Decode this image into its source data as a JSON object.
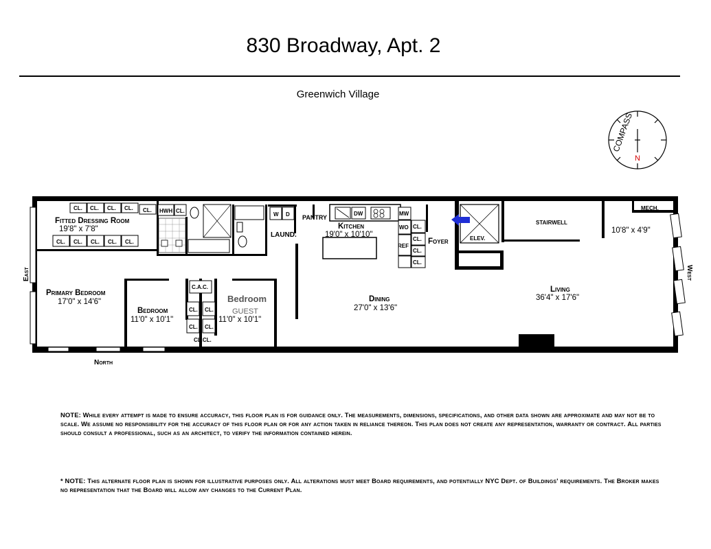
{
  "header": {
    "title": "830 Broadway, Apt. 2",
    "subtitle": "Greenwich Village"
  },
  "compass": {
    "label": "COMPASS",
    "north": "N"
  },
  "orientation": {
    "east": "East",
    "west": "West",
    "north": "North"
  },
  "rooms": {
    "dressing": {
      "name": "Fitted Dressing Room",
      "dims": "19'8\" x 7'8\""
    },
    "primary_bedroom": {
      "name": "Primary Bedroom",
      "dims": "17'0\" x 14'6\""
    },
    "bedroom": {
      "name": "Bedroom",
      "dims": "11'0\" x 10'1\""
    },
    "guest": {
      "name": "Bedroom",
      "ghost": "GUEST",
      "dims": "11'0\" x 10'1\""
    },
    "kitchen": {
      "name": "Kitchen",
      "dims": "19'0\" x 10'10\""
    },
    "dining": {
      "name": "Dining",
      "dims": "27'0\" x 13'6\""
    },
    "living": {
      "name": "Living",
      "dims": "36'4\" x 17'6\""
    },
    "foyer": {
      "name": "Foyer"
    },
    "mech": {
      "name": "MECH.",
      "dims": "10'8\" x 4'9\""
    },
    "stairwell": {
      "name": "STAIRWELL"
    },
    "elevator": {
      "name": "ELEV."
    },
    "laundry": {
      "name": "LAUND."
    },
    "pantry": {
      "name": "PANTRY"
    },
    "cac": {
      "name": "C.A.C."
    }
  },
  "fixtures": {
    "closet": "CL.",
    "hwh": "HWH",
    "washer": "W",
    "dryer": "D",
    "dishwasher": "DW",
    "microwave": "MW",
    "wall_oven": "WO",
    "refrigerator": "REF",
    "clcl": "CL.CL."
  },
  "notes": {
    "note1": "NOTE: While every attempt is made to ensure accuracy, this floor plan is for guidance only. The measurements, dimensions, specifications, and other data shown are approximate and may not be to scale. We assume no responsibility for the accuracy of this floor plan or for any action taken in reliance thereon. This plan does not create any representation, warranty or contract. All parties should consult a professional, such as an architect, to verify the information contained herein.",
    "note2": "* NOTE: This alternate floor plan is shown for illustrative purposes only. All alterations must meet Board requirements, and potentially NYC Dept. of Buildings' requirements. The Broker makes no representation that the Board will allow any changes to the Current Plan."
  },
  "colors": {
    "wall": "#000000",
    "arrow": "#1f2fd6",
    "compass_n": "#d40000"
  }
}
